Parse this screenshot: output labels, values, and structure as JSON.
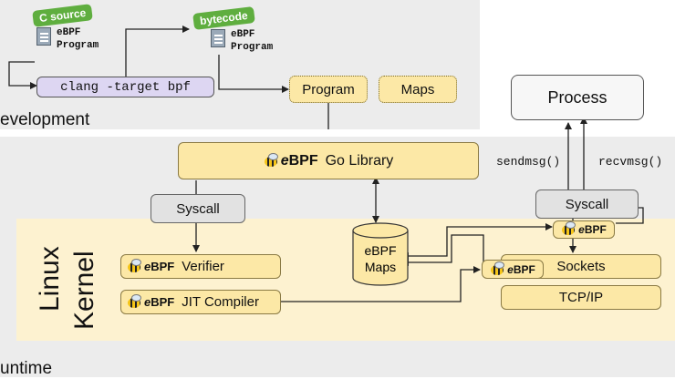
{
  "regions": {
    "development": "evelopment",
    "runtime": "untime",
    "kernel_line1": "Linux",
    "kernel_line2": "Kernel"
  },
  "tags": {
    "c_source": "C source",
    "bytecode": "bytecode"
  },
  "files": {
    "source_line1": "eBPF",
    "source_line2": "Program",
    "bytecode_line1": "eBPF",
    "bytecode_line2": "Program"
  },
  "compiler": "clang -target bpf",
  "objects": {
    "program": "Program",
    "maps": "Maps"
  },
  "ebpf_logo": {
    "e": "e",
    "bpf": "BPF"
  },
  "go_library": "Go Library",
  "syscall_left": "Syscall",
  "syscall_right": "Syscall",
  "verifier": "Verifier",
  "jit": "JIT Compiler",
  "ebpf_maps_line1": "eBPF",
  "ebpf_maps_line2": "Maps",
  "process": "Process",
  "sendmsg": "sendmsg()",
  "recvmsg": "recvmsg()",
  "sockets": "Sockets",
  "tcpip": "TCP/IP",
  "colors": {
    "box_yellow": "#fce8a6",
    "kernel_bg": "#fdf2d0",
    "tag_green": "#5fae3f",
    "compiler_purple": "#ddd6f2"
  }
}
